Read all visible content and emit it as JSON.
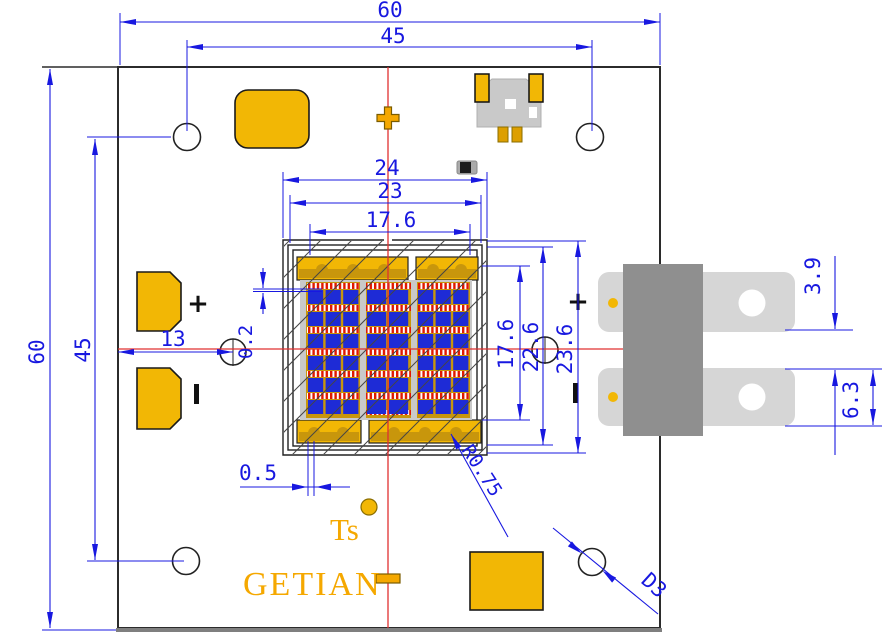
{
  "drawing": {
    "labels": {
      "brand": "GETIAN",
      "sensor": "Ts",
      "plus": "+"
    },
    "dims": {
      "board_w": "60",
      "board_h": "60",
      "hole_span_w": "45",
      "hole_span_h": "45",
      "led_w_outer": "24",
      "led_w_mid": "23",
      "led_w_emit": "17.6",
      "led_h_emit": "17.6",
      "led_h_mid": "22.6",
      "led_h_outer": "23.6",
      "hole_offset": "13",
      "slot_gap": "0.5",
      "edge_gap": "0.2",
      "notch_radius": "R0.75",
      "hole_diameter": "D3",
      "tab_gap": "3.9",
      "tab_height": "6.3"
    },
    "colors": {
      "dimension_blue": "#1818E0",
      "centerline_red": "#E03030",
      "pad_yellow": "#F2B705",
      "substrate_gold": "#C8960C",
      "chip_blue": "#1E2BD6",
      "stripe_red": "#E01800",
      "brand_orange": "#F5A800",
      "terminal_gray": "#D6D6D6",
      "connector_gray": "#8F8F8F"
    }
  }
}
